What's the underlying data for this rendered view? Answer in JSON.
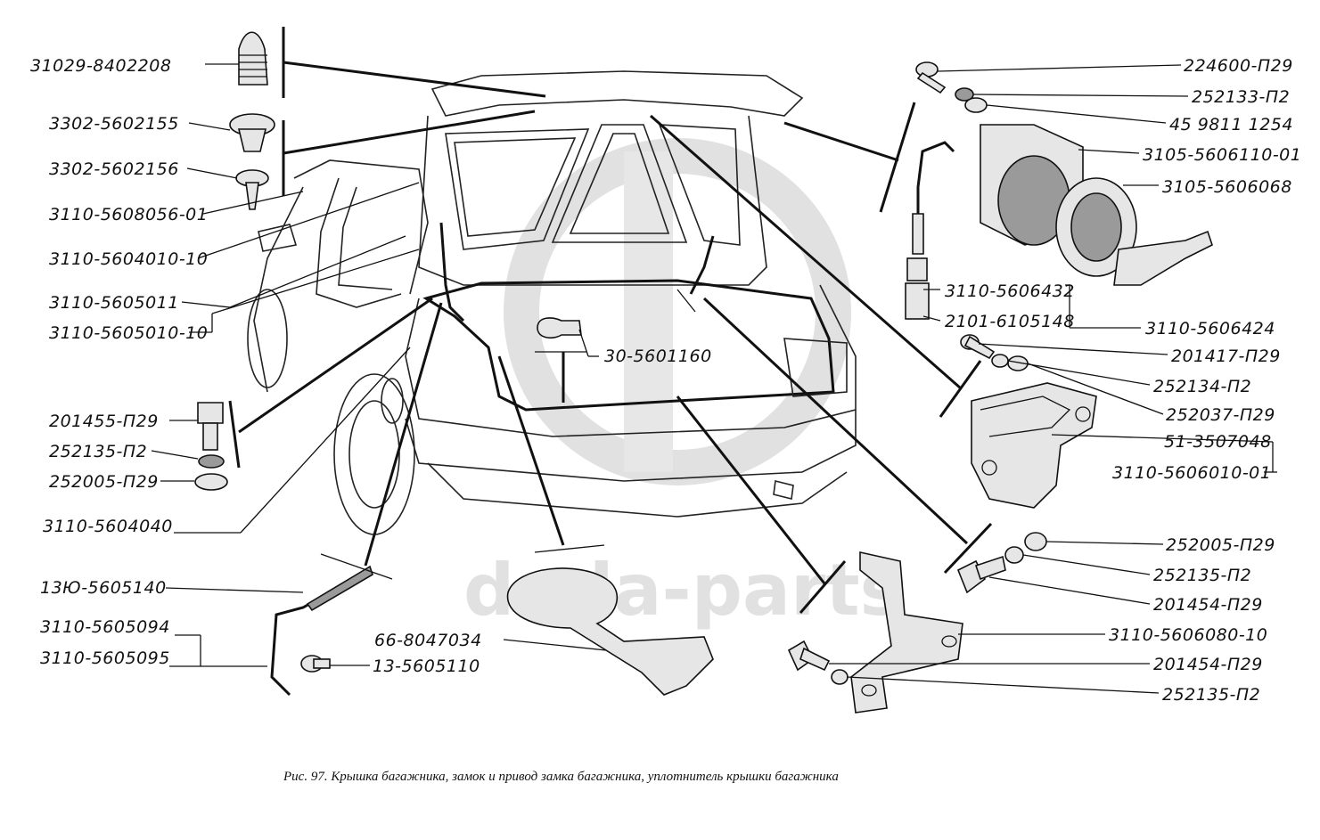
{
  "watermark": {
    "text": "dada-parts",
    "logo": "dp-logo"
  },
  "caption": "Рис. 97. Крышка багажника, замок и привод замка багажника, уплотнитель крышки багажника",
  "left_labels": [
    "31029-8402208",
    "3302-5602155",
    "3302-5602156",
    "3110-5608056-01",
    "3110-5604010-10",
    "3110-5605011",
    "3110-5605010-10",
    "201455-П29",
    "252135-П2",
    "252005-П29",
    "3110-5604040",
    "13Ю-5605140",
    "3110-5605094",
    "3110-5605095"
  ],
  "center_labels": [
    "30-5601160",
    "66-8047034",
    "13-5605110"
  ],
  "right_labels": [
    "224600-П29",
    "252133-П2",
    "45 9811 1254",
    "3105-5606110-01",
    "3105-5606068",
    "3110-5606432",
    "2101-6105148",
    "3110-5606424",
    "201417-П29",
    "252134-П2",
    "252037-П29",
    "51-3507048",
    "3110-5606010-01",
    "252005-П29",
    "252135-П2",
    "201454-П29",
    "3110-5606080-10",
    "201454-П29",
    "252135-П2"
  ]
}
